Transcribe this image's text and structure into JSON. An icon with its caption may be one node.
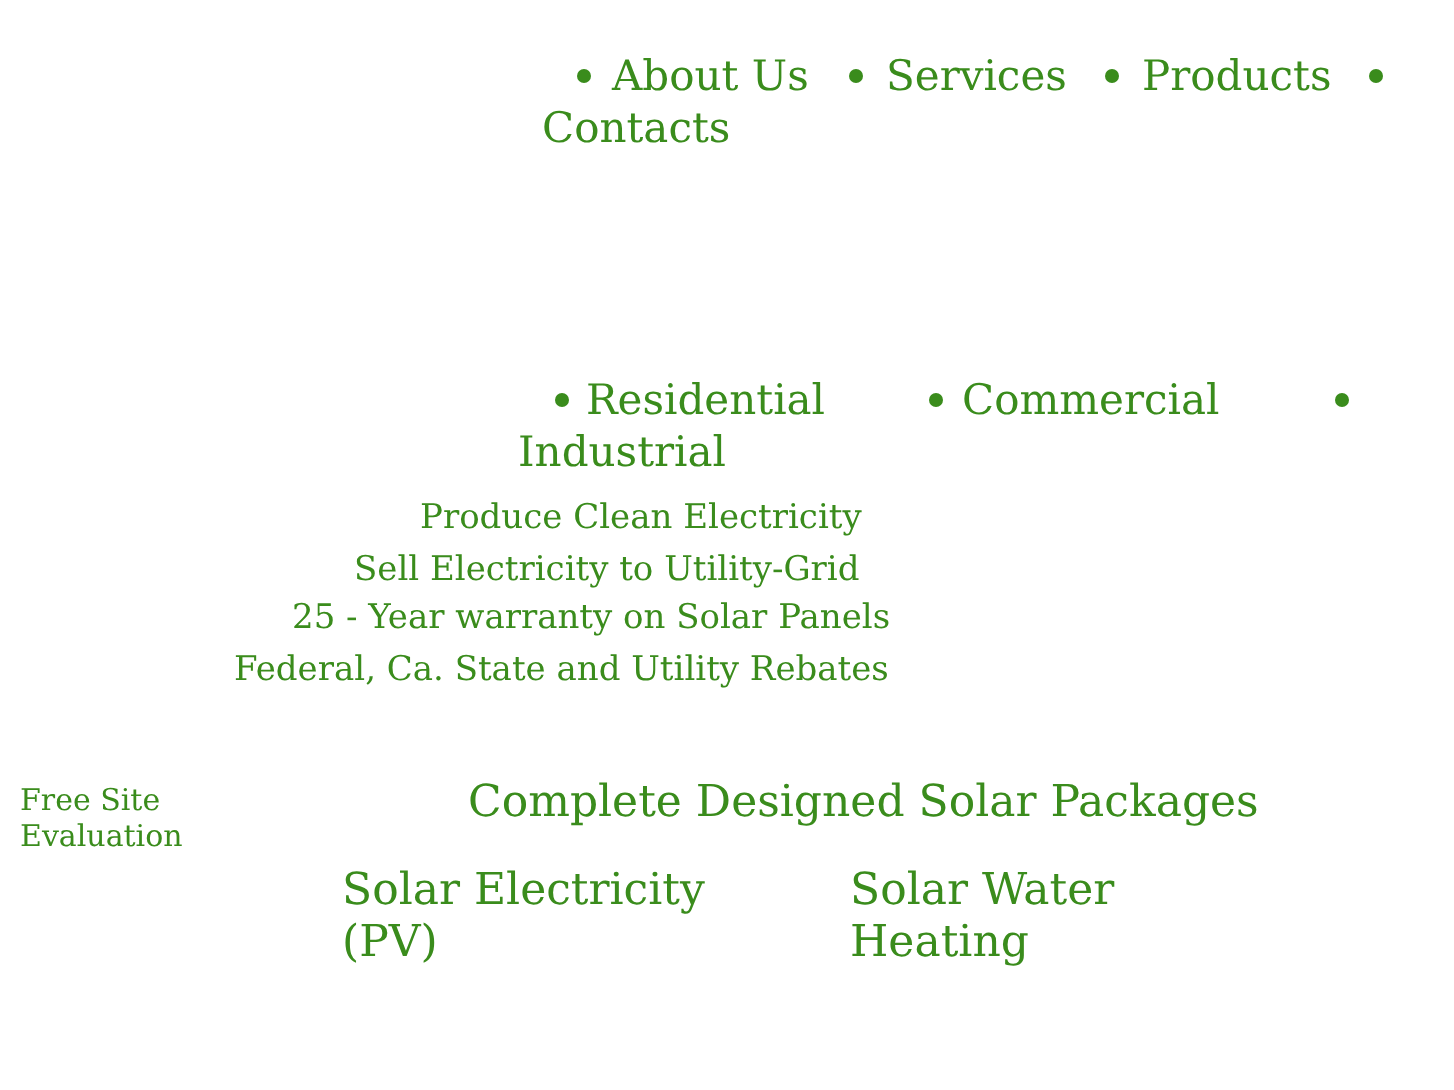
{
  "diagram": {
    "labels": [
      "About Us",
      "Services",
      "Products",
      "Contacts",
      "Residential",
      "Commercial",
      "Industrial",
      "Produce Clean Electricity",
      "Sell Electricity to Utility-Grid",
      "25 - Year warranty on Solar Panels",
      "Federal, Ca. State and Utility Rebates",
      "Free Site Evaluation",
      "Complete Designed Solar Packages",
      "Solar Electricity (PV)",
      "Solar Water Heating"
    ]
  }
}
